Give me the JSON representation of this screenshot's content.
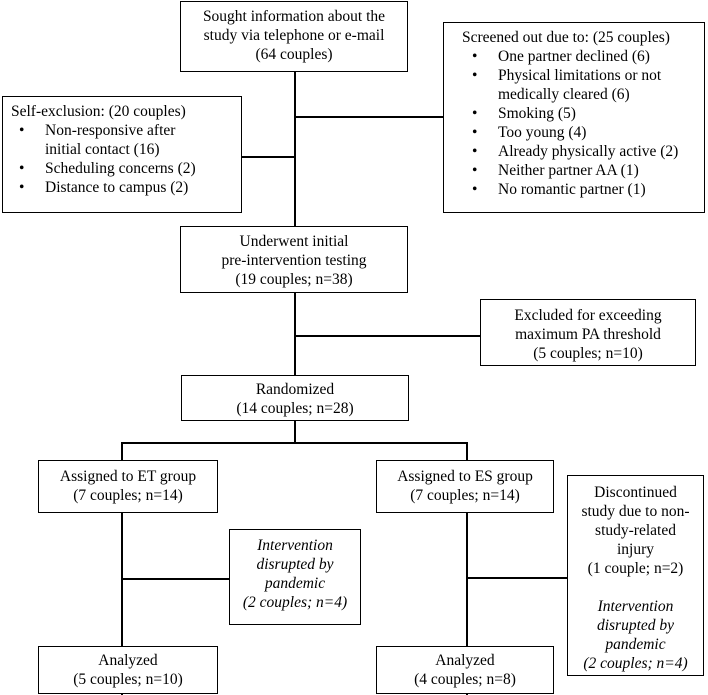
{
  "boxes": {
    "sought": "Sought information about the\nstudy via telephone or e-mail\n(64 couples)",
    "screened_out": {
      "title": "Screened out due to: (25 couples)",
      "items": [
        "One partner declined (6)",
        "Physical limitations or not\nmedically cleared (6)",
        "Smoking (5)",
        "Too young (4)",
        "Already physically active (2)",
        "Neither partner AA (1)",
        "No romantic partner (1)"
      ]
    },
    "self_exclusion": {
      "title": "Self-exclusion: (20 couples)",
      "items": [
        "Non-responsive after\ninitial contact (16)",
        "Scheduling concerns (2)",
        "Distance to campus (2)"
      ]
    },
    "initial_testing": "Underwent initial\npre-intervention testing\n(19 couples; n=38)",
    "excluded_pa": "Excluded for exceeding\nmaximum PA threshold\n(5 couples; n=10)",
    "randomized": "Randomized\n(14 couples; n=28)",
    "et_group": "Assigned to ET group\n(7 couples; n=14)",
    "es_group": "Assigned to ES group\n(7 couples; n=14)",
    "pandemic_et": "Intervention\ndisrupted by\npandemic\n(2 couples; n=4)",
    "discontinued": {
      "text": "Discontinued\nstudy due to non-\nstudy-related\ninjury\n(1 couple; n=2)",
      "italic": "Intervention\ndisrupted by\npandemic\n(2 couples; n=4)"
    },
    "analyzed_et": "Analyzed\n(5 couples; n=10)",
    "analyzed_es": "Analyzed\n(4 couples; n=8)"
  }
}
